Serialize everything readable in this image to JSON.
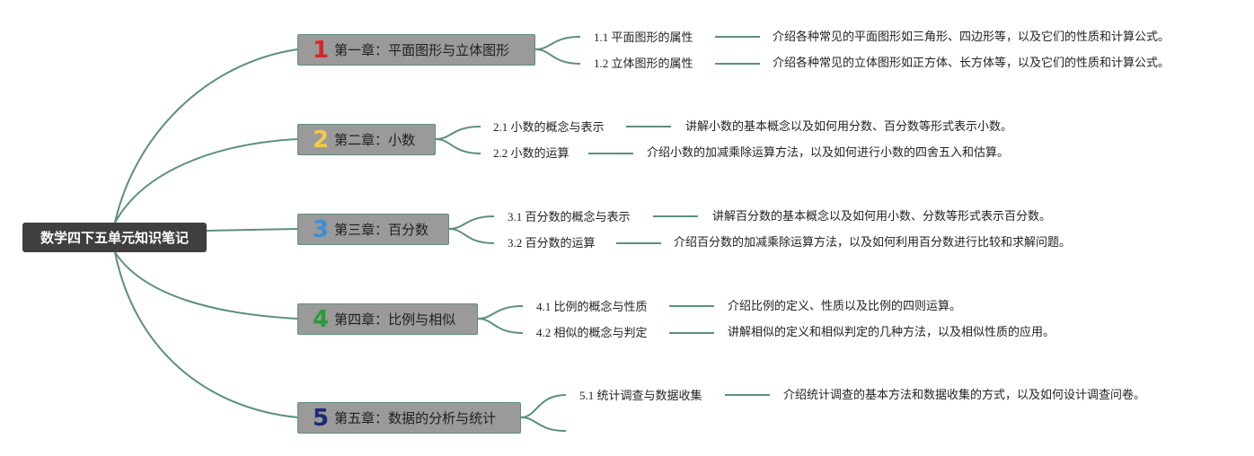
{
  "root": {
    "label": "数学四下五单元知识笔记"
  },
  "colors": {
    "connector": "#5c8e7e",
    "chapterFill": "#9a9a9a",
    "rootFill": "#3f3f3f"
  },
  "chapters": [
    {
      "number": "1",
      "numberColor": "#d9262e",
      "label": "第一章：平面图形与立体图形",
      "sections": [
        {
          "label": "1.1 平面图形的属性",
          "description": "介绍各种常见的平面图形如三角形、四边形等，以及它们的性质和计算公式。"
        },
        {
          "label": "1.2 立体图形的属性",
          "description": "介绍各种常见的立体图形如正方体、长方体等，以及它们的性质和计算公式。"
        }
      ]
    },
    {
      "number": "2",
      "numberColor": "#f2c94c",
      "label": "第二章：小数",
      "sections": [
        {
          "label": "2.1 小数的概念与表示",
          "description": "讲解小数的基本概念以及如何用分数、百分数等形式表示小数。"
        },
        {
          "label": "2.2 小数的运算",
          "description": "介绍小数的加减乘除运算方法，以及如何进行小数的四舍五入和估算。"
        }
      ]
    },
    {
      "number": "3",
      "numberColor": "#3b8fd6",
      "label": "第三章：百分数",
      "sections": [
        {
          "label": "3.1 百分数的概念与表示",
          "description": "讲解百分数的基本概念以及如何用小数、分数等形式表示百分数。"
        },
        {
          "label": "3.2 百分数的运算",
          "description": "介绍百分数的加减乘除运算方法，以及如何利用百分数进行比较和求解问题。"
        }
      ]
    },
    {
      "number": "4",
      "numberColor": "#2a9a3a",
      "label": "第四章：比例与相似",
      "sections": [
        {
          "label": "4.1 比例的概念与性质",
          "description": "介绍比例的定义、性质以及比例的四则运算。"
        },
        {
          "label": "4.2 相似的概念与判定",
          "description": "讲解相似的定义和相似判定的几种方法，以及相似性质的应用。"
        }
      ]
    },
    {
      "number": "5",
      "numberColor": "#1c2a7a",
      "label": "第五章：数据的分析与统计",
      "sections": [
        {
          "label": "5.1 统计调查与数据收集",
          "description": "介绍统计调查的基本方法和数据收集的方式，以及如何设计调查问卷。"
        },
        {
          "label": "",
          "description": ""
        }
      ]
    }
  ]
}
